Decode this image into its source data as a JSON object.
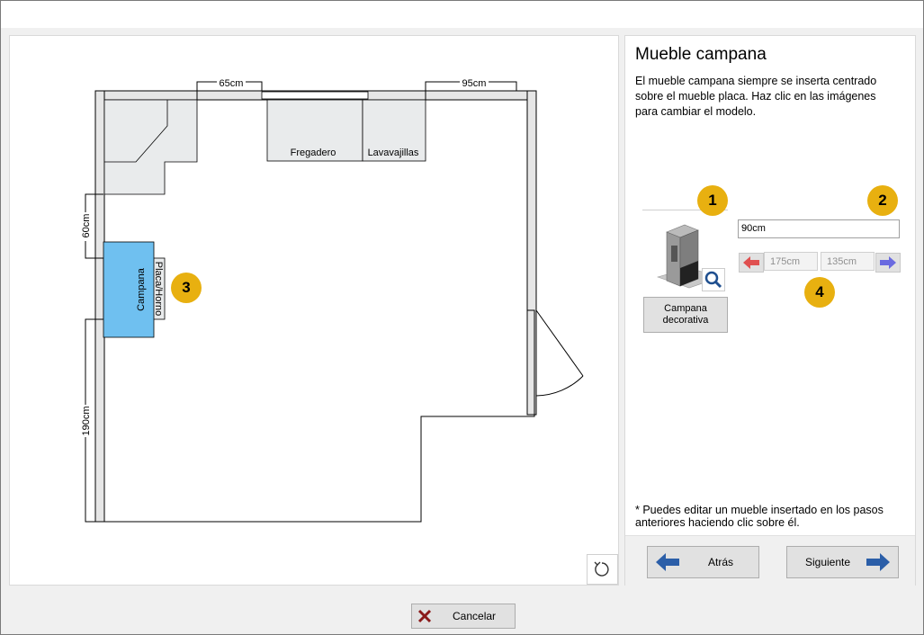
{
  "panel": {
    "title": "Mueble campana",
    "description": "El mueble campana siempre se inserta centrado sobre el mueble placa. Haz clic en las imágenes para cambiar el modelo.",
    "note": "* Puedes editar un mueble insertado en los pasos anteriores haciendo clic sobre él."
  },
  "model": {
    "label": "Campana decorativa",
    "icon": "magnifier-icon"
  },
  "size_select": {
    "value": "90cm"
  },
  "position": {
    "left": "175cm",
    "right": "135cm"
  },
  "badges": [
    "1",
    "2",
    "3",
    "4"
  ],
  "nav": {
    "back": "Atrás",
    "next": "Siguiente"
  },
  "footer": {
    "cancel": "Cancelar"
  },
  "plan": {
    "dim_top_left": "65cm",
    "dim_top_right": "95cm",
    "dim_left_upper": "60cm",
    "dim_left_lower": "190cm",
    "label_sink": "Fregadero",
    "label_dishwasher": "Lavavajillas",
    "label_hood": "Campana",
    "label_oven": "Placa/Horno"
  },
  "colors": {
    "badge": "#e8b010",
    "hood_fill": "#6fc0f0",
    "arrow_blue": "#2b5ea8",
    "arrow_red": "#e05050",
    "arrow_violet": "#6a6ae0",
    "cancel_icon": "#8b1a1a"
  }
}
